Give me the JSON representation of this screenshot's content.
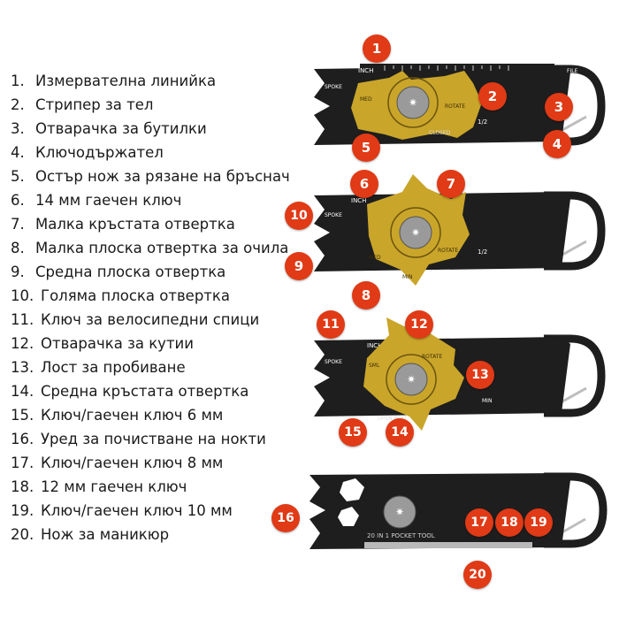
{
  "legend": [
    {
      "n": "1.",
      "label": "Измервателна линийка"
    },
    {
      "n": "2.",
      "label": "Стрипер за тел"
    },
    {
      "n": "3.",
      "label": "Отварачка за бутилки"
    },
    {
      "n": "4.",
      "label": "Ключодържател"
    },
    {
      "n": "5.",
      "label": "Остър нож за рязане на бръснач"
    },
    {
      "n": "6.",
      "label": "14 мм гаечен ключ"
    },
    {
      "n": "7.",
      "label": "Малка кръстата отвертка"
    },
    {
      "n": "8.",
      "label": "Малка плоска отвертка за очила"
    },
    {
      "n": "9.",
      "label": "Средна плоска отвертка"
    },
    {
      "n": "10.",
      "label": "Голяма плоска отвертка"
    },
    {
      "n": "11.",
      "label": "Ключ за велосипедни спици"
    },
    {
      "n": "12.",
      "label": "Отварачка за кутии"
    },
    {
      "n": "13.",
      "label": "Лост за пробиване"
    },
    {
      "n": "14.",
      "label": "Средна кръстата отвертка"
    },
    {
      "n": "15.",
      "label": "Ключ/гаечен ключ 6 мм"
    },
    {
      "n": "16.",
      "label": "Уред за почистване на нокти"
    },
    {
      "n": "17.",
      "label": "Ключ/гаечен ключ 8 мм"
    },
    {
      "n": "18.",
      "label": "12 мм гаечен ключ"
    },
    {
      "n": "19.",
      "label": "Ключ/гаечен ключ 10 мм"
    },
    {
      "n": "20.",
      "label": "Нож за маникюр"
    }
  ],
  "callouts": [
    "1",
    "2",
    "3",
    "4",
    "5",
    "6",
    "7",
    "8",
    "9",
    "10",
    "11",
    "12",
    "13",
    "14",
    "15",
    "16",
    "17",
    "18",
    "19",
    "20"
  ],
  "tool_text": {
    "inch": "INCH",
    "file": "FILE",
    "spoke": "SPOKE",
    "med": "MED",
    "sml": "SML",
    "min": "MIN",
    "rotate": "ROTATE",
    "closed": "CLOSED",
    "open_bolt": "OPEN BOLT",
    "half": "1/2",
    "brand": "20 IN 1 POCKET TOOL"
  },
  "colors": {
    "callout": "#e03a16",
    "tool_body": "#1e1e1e",
    "rotor_gold": "#c9a52a",
    "hub": "#9a9a9a"
  }
}
